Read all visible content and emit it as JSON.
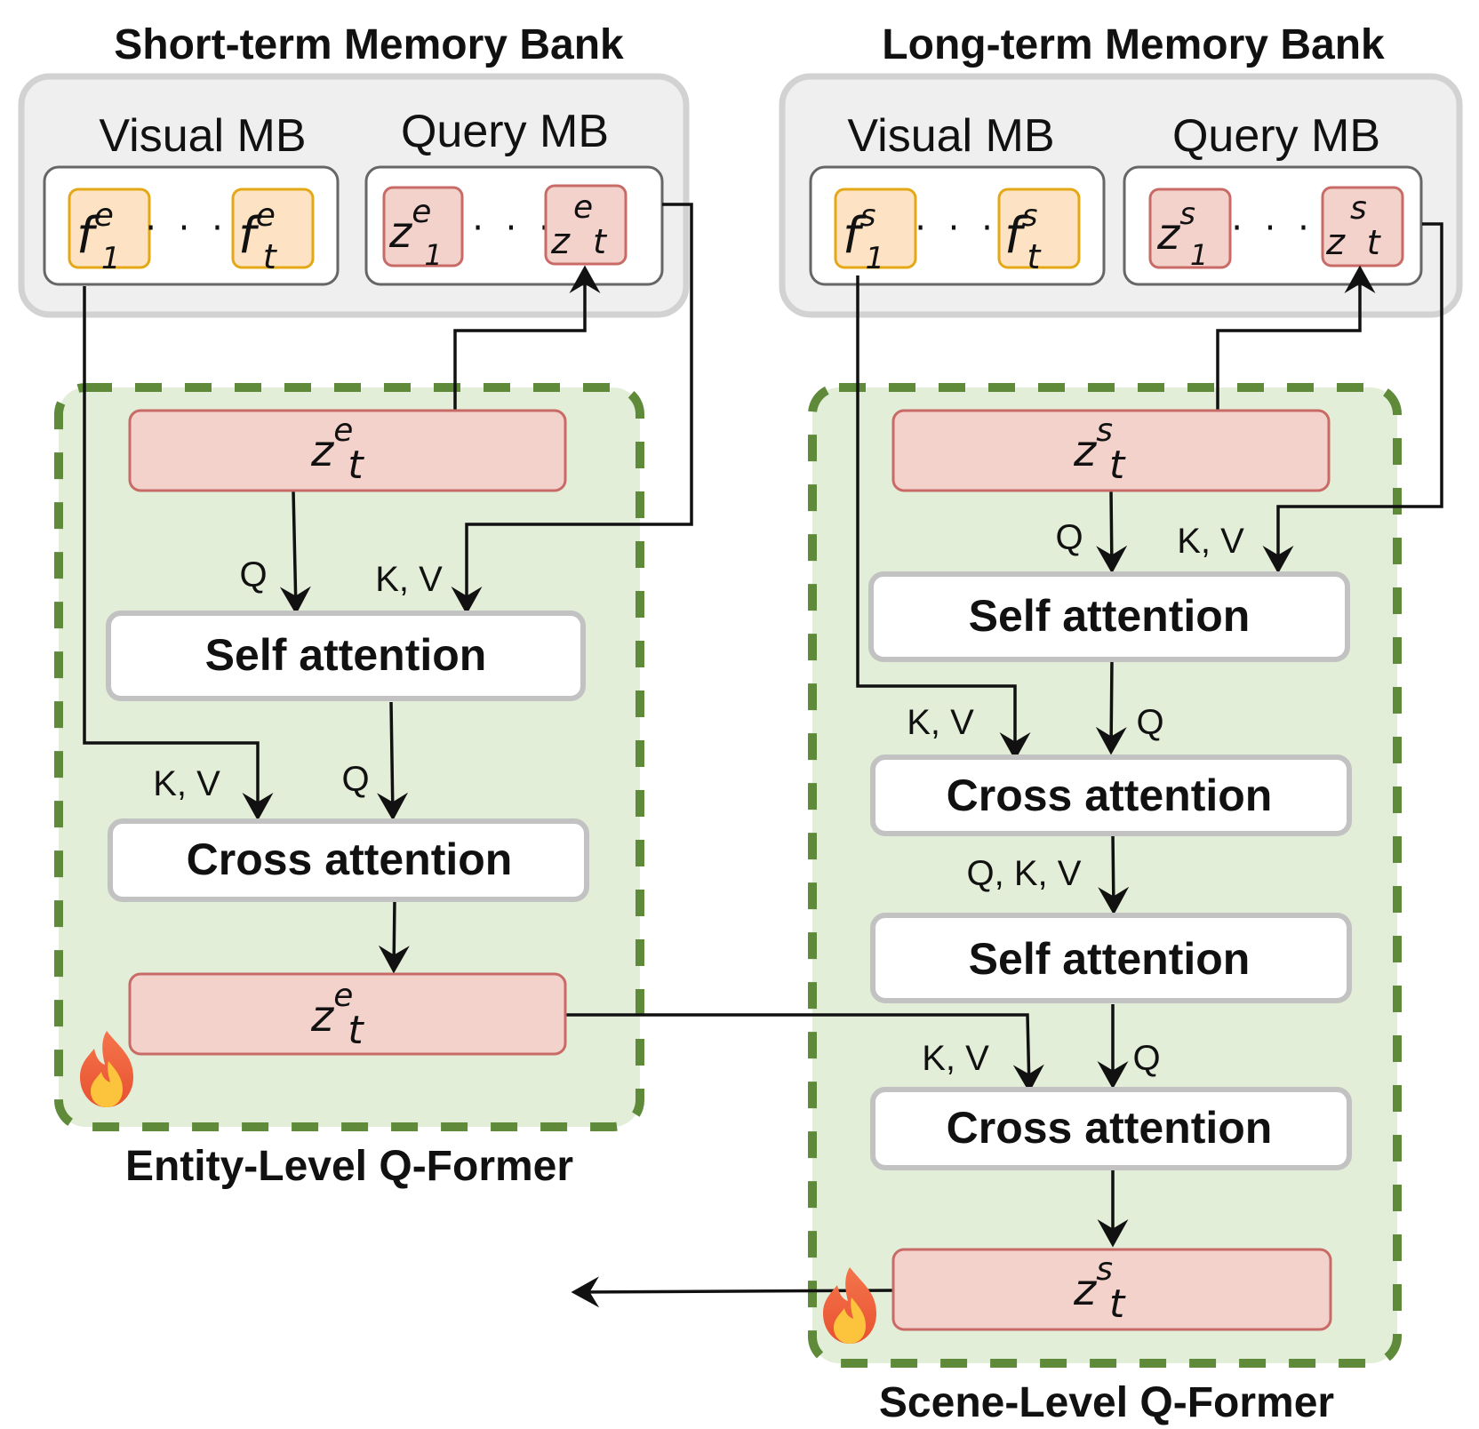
{
  "short_term": {
    "title": "Short-term Memory Bank",
    "visual_label": "Visual MB",
    "query_label": "Query MB",
    "f_first": {
      "base": "f",
      "sup": "e",
      "sub": "1"
    },
    "f_last": {
      "base": "f",
      "sup": "e",
      "sub": "t"
    },
    "z_first": {
      "base": "z",
      "sup": "e",
      "sub": "1"
    },
    "z_last": {
      "base": "z",
      "sup": "e",
      "sub": "t"
    },
    "ellipsis": "· · ·"
  },
  "long_term": {
    "title": "Long-term Memory Bank",
    "visual_label": "Visual MB",
    "query_label": "Query MB",
    "f_first": {
      "base": "f",
      "sup": "s",
      "sub": "1"
    },
    "f_last": {
      "base": "f",
      "sup": "s",
      "sub": "t"
    },
    "z_first": {
      "base": "z",
      "sup": "s",
      "sub": "1"
    },
    "z_last": {
      "base": "z",
      "sup": "s",
      "sub": "t"
    },
    "ellipsis": "· · ·"
  },
  "entity_former": {
    "title": "Entity-Level Q-Former",
    "query_top": {
      "base": "z",
      "sup": "e",
      "sub": "t"
    },
    "self_attention": "Self attention",
    "cross_attention": "Cross attention",
    "query_out": {
      "base": "z",
      "sup": "e",
      "sub": "t"
    },
    "label_q1": "Q",
    "label_kv1": "K, V",
    "label_kv2": "K, V",
    "label_q2": "Q"
  },
  "scene_former": {
    "title": "Scene-Level Q-Former",
    "query_top": {
      "base": "z",
      "sup": "s",
      "sub": "t"
    },
    "self_attention_1": "Self attention",
    "cross_attention_1": "Cross attention",
    "self_attention_2": "Self attention",
    "cross_attention_2": "Cross attention",
    "query_out": {
      "base": "z",
      "sup": "s",
      "sub": "t"
    },
    "label_q1": "Q",
    "label_kv1": "K, V",
    "label_kv2": "K, V",
    "label_q2": "Q",
    "label_qkv": "Q, K, V",
    "label_kv3": "K, V",
    "label_q3": "Q"
  },
  "colors": {
    "bank_bg": "#efefef",
    "bank_border": "#d2d2d2",
    "former_bg": "#e3eed8",
    "former_border": "#5e8a3a",
    "visual_fill": "#fde3c3",
    "visual_border": "#e4a817",
    "query_fill": "#f4d2cc",
    "query_border": "#c86b67",
    "block_fill": "#ffffff",
    "block_border": "#c2c2c2"
  }
}
